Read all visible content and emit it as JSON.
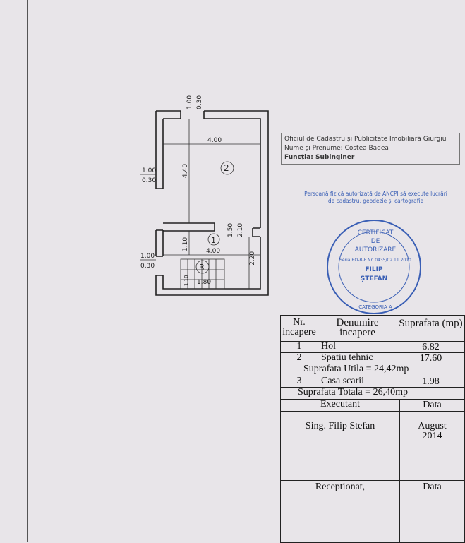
{
  "plan": {
    "dims": {
      "top_window_w": "1.00",
      "top_window_h": "0.30",
      "left_window1_w": "1.00",
      "left_window1_h": "0.30",
      "left_window2_w": "1.00",
      "left_window2_h": "0.30",
      "room2_width": "4.00",
      "room2_height": "4.40",
      "door_w": "1.50",
      "door_h": "2.10",
      "room1_height": "1.10",
      "room1_width": "4.00",
      "right_height": "2.20",
      "stair_width": "1.80",
      "stair_small": "1.10"
    },
    "room_labels": [
      "1",
      "2",
      "3"
    ]
  },
  "stamp_rect": {
    "line1": "Oficiul de Cadastru și Publicitate Imobiliară Giurgiu",
    "line2": "Nume și Prenume: Costea Badea",
    "line3": "Funcția: Subinginer"
  },
  "stamp_circle": {
    "ring": "Persoană fizică autorizată de ANCPI să execute lucrări de cadastru, geodezie și cartografie",
    "bottom": "CATEGORIA A",
    "title1": "CERTIFICAT",
    "title2": "DE",
    "title3": "AUTORIZARE",
    "serial": "Seria RO-B-F Nr. 0435/02.11.2010",
    "name1": "FILIP",
    "name2": "ȘTEFAN",
    "color": "#3a5fb5"
  },
  "table": {
    "headers": [
      "Nr. incapere",
      "Denumire incapere",
      "Suprafata (mp)"
    ],
    "rows": [
      {
        "nr": "1",
        "name": "Hol",
        "area": "6.82"
      },
      {
        "nr": "2",
        "name": "Spatiu tehnic",
        "area": "17.60"
      }
    ],
    "utila": "Suprafata Utila = 24,42mp",
    "row3": {
      "nr": "3",
      "name": "Casa scarii",
      "area": "1.98"
    },
    "totala": "Suprafata Totala = 26,40mp",
    "executant": "Executant",
    "data": "Data",
    "executant_name": "Sing. Filip  Stefan",
    "date": "August 2014",
    "receptionat": "Receptionat,",
    "data2": "Data"
  }
}
